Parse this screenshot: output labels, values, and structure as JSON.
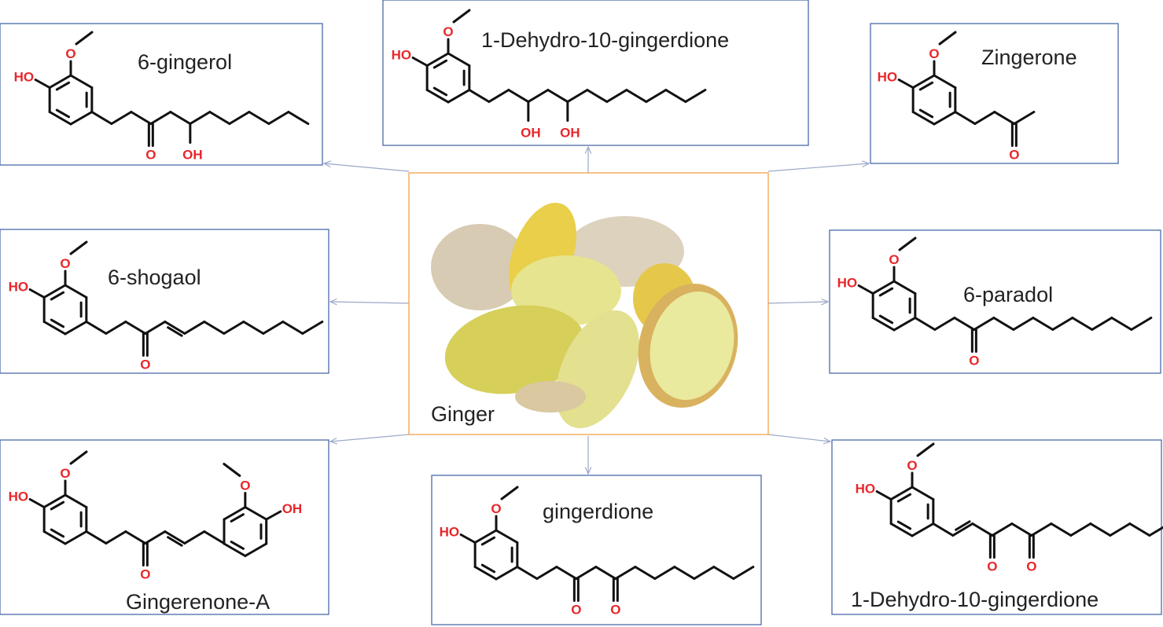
{
  "center": {
    "label": "Ginger",
    "border_color": "#f0a24a"
  },
  "colors": {
    "heteroatom": "#e8262a",
    "box_border": "#4a6aa8",
    "arrow": "#9aa8c8"
  },
  "compounds": [
    {
      "id": "6-gingerol",
      "title": "6-gingerol",
      "atoms": {
        "ho": "HO",
        "ome": "O",
        "subs": [
          "O",
          "OH"
        ]
      }
    },
    {
      "id": "1-dehydro-10-gingerdione-top",
      "title": "1-Dehydro-10-gingerdione",
      "atoms": {
        "ho": "HO",
        "ome": "O",
        "subs": [
          "OH",
          "OH"
        ]
      }
    },
    {
      "id": "zingerone",
      "title": "Zingerone",
      "atoms": {
        "ho": "HO",
        "ome": "O",
        "subs": [
          "O"
        ]
      }
    },
    {
      "id": "6-shogaol",
      "title": "6-shogaol",
      "atoms": {
        "ho": "HO",
        "ome": "O",
        "subs": [
          "O"
        ]
      }
    },
    {
      "id": "6-paradol",
      "title": "6-paradol",
      "atoms": {
        "ho": "HO",
        "ome": "O",
        "subs": [
          "O"
        ]
      }
    },
    {
      "id": "gingerenone-a",
      "title": "Gingerenone-A",
      "atoms": {
        "ho": "HO",
        "ome": "O",
        "subs": [
          "O"
        ],
        "ho2": "OH",
        "ome2": "O"
      }
    },
    {
      "id": "gingerdione",
      "title": "gingerdione",
      "atoms": {
        "ho": "HO",
        "ome": "O",
        "subs": [
          "O",
          "O"
        ]
      }
    },
    {
      "id": "1-dehydro-10-gingerdione-bottom",
      "title": "1-Dehydro-10-gingerdione",
      "atoms": {
        "ho": "HO",
        "ome": "O",
        "subs": [
          "O",
          "O"
        ]
      }
    }
  ]
}
